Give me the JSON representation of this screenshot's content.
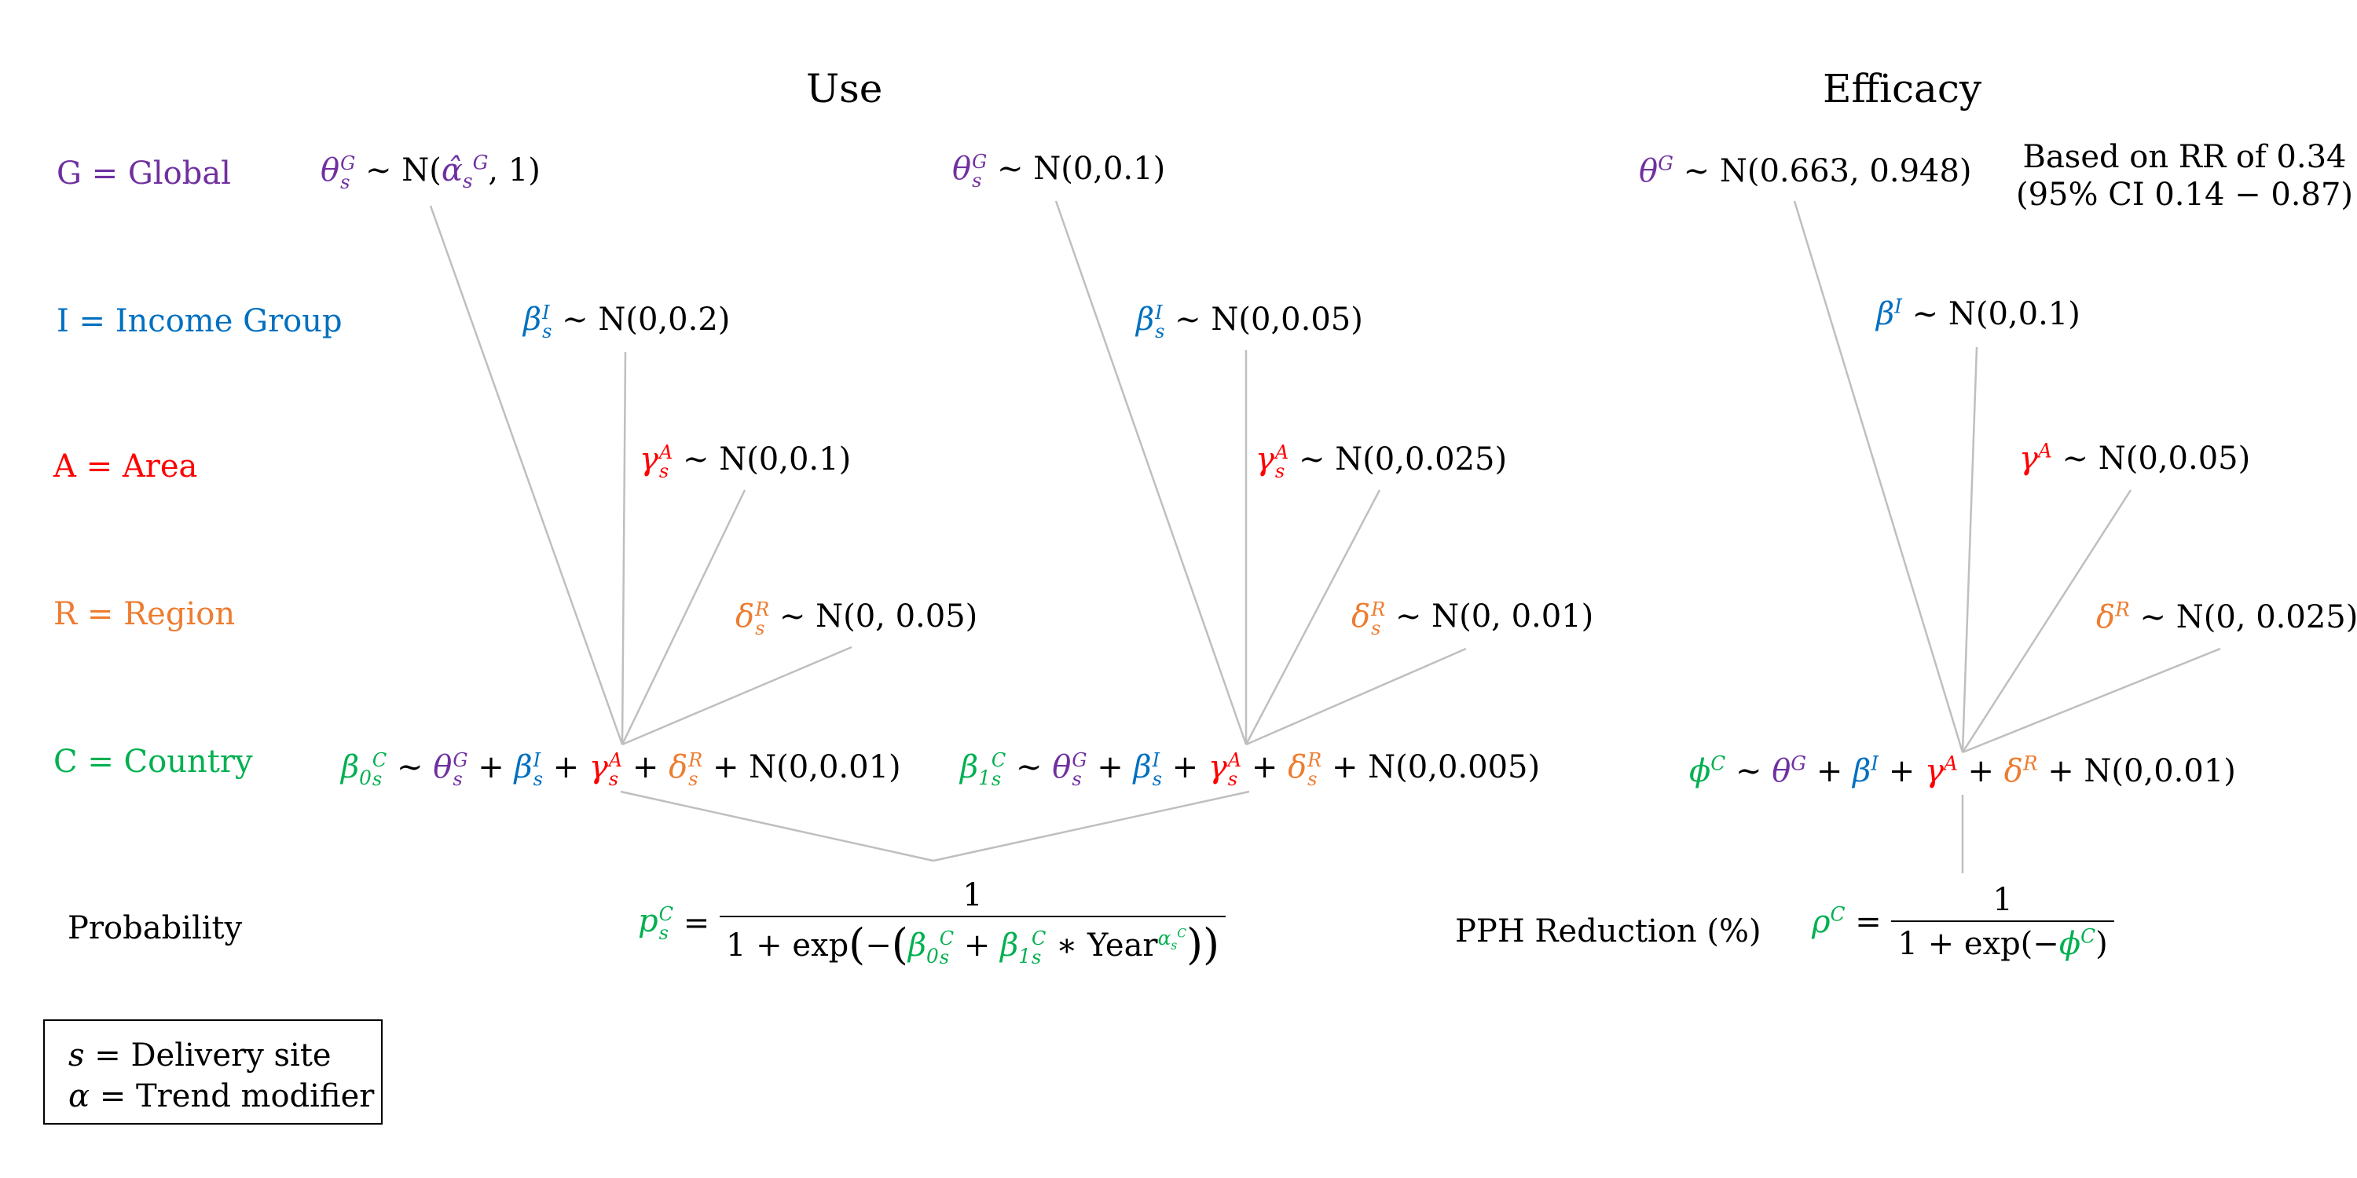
{
  "headers": {
    "use": "Use",
    "efficacy": "Efficacy"
  },
  "levels": {
    "global": "G = Global",
    "income": "I = Income Group",
    "area": "A = Area",
    "region": "R = Region",
    "country": "C = Country",
    "probability": "Probability",
    "pph": "PPH Reduction (%)"
  },
  "use_intercept": {
    "theta_dist": "∼ N(",
    "theta_tail": ", 1)",
    "beta": "∼ N(0,0.2)",
    "gamma": "∼ N(0,0.1)",
    "delta": "∼ N(0, 0.05)",
    "country_noise": "+ N(0,0.01)"
  },
  "use_slope": {
    "theta": "∼ N(0,0.1)",
    "beta": "∼ N(0,0.05)",
    "gamma": "∼ N(0,0.025)",
    "delta": "∼ N(0, 0.01)",
    "country_noise": "+ N(0,0.005)"
  },
  "efficacy": {
    "theta": "∼ N(0.663, 0.948)",
    "note_line1": "Based on RR of 0.34",
    "note_line2": "(95% CI 0.14 − 0.87)",
    "beta": "∼ N(0,0.1)",
    "gamma": "∼ N(0,0.05)",
    "delta": "∼ N(0, 0.025)",
    "country_noise": "+ N(0,0.01)"
  },
  "formulas": {
    "numerator": "1",
    "prob_den_prefix": "1 + exp",
    "year": "Year",
    "pph_den_prefix": "1 + exp(−"
  },
  "legend": {
    "line1": "= Delivery site",
    "line2": "= Trend modifier"
  },
  "colors": {
    "global": "#7030a0",
    "income": "#0070c0",
    "area": "#ff0000",
    "region": "#ed7d31",
    "country": "#00b050",
    "connector": "#bfbfbf"
  }
}
